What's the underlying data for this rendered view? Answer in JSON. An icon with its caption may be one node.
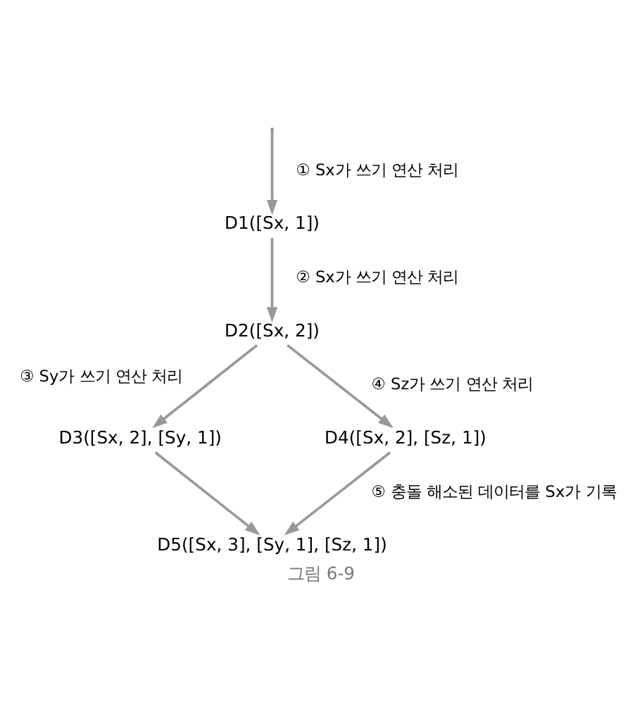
{
  "diagram": {
    "caption": "그림 6-9",
    "nodes": [
      {
        "text": [
          "D1([Sx, 1])"
        ]
      },
      {
        "text": [
          "D2([Sx, 2])"
        ]
      },
      {
        "text": [
          "D3([Sx, 2], [Sy, 1])"
        ]
      },
      {
        "text": [
          "D4([Sx, 2], [Sz, 1])"
        ]
      },
      {
        "text": [
          "D5([Sx, 3], [Sy, 1], [Sz, 1])"
        ]
      }
    ],
    "edges": [
      {
        "from": null,
        "to": 0,
        "arrow": "to",
        "label": "① Sx가 쓰기 연산 처리"
      },
      {
        "from": 0,
        "to": 1,
        "arrow": "to",
        "label": "② Sx가 쓰기 연산 처리"
      },
      {
        "from": 1,
        "to": 2,
        "arrow": "to",
        "label": "③ Sy가 쓰기 연산 처리"
      },
      {
        "from": 1,
        "to": 3,
        "arrow": "to",
        "label": "④ Sz가 쓰기 연산 처리"
      },
      {
        "from": 2,
        "to": 4,
        "arrow": "to"
      },
      {
        "from": 3,
        "to": 4,
        "arrow": "to",
        "label": "⑤ 충돌 해소된 데이터를 Sx가 기록"
      }
    ]
  }
}
